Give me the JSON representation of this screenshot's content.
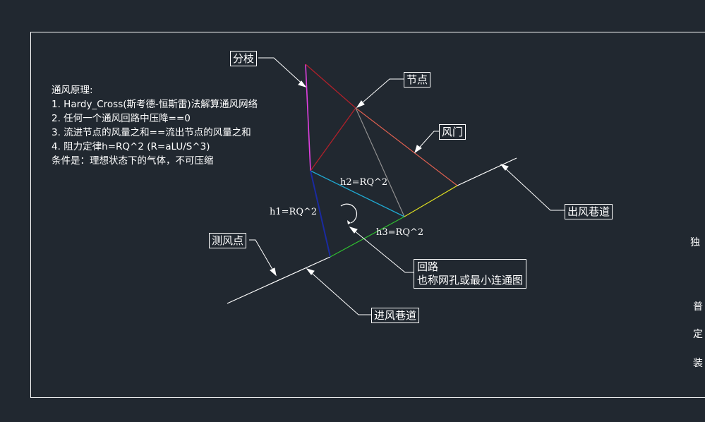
{
  "notes": {
    "title": "通风原理:",
    "line1": "1. Hardy_Cross(斯考德-恒斯雷)法解算通风网络",
    "line2": "2. 任何一个通风回路中压降==0",
    "line3": "3. 流进节点的风量之和==流出节点的风量之和",
    "line4": "4. 阻力定律h=RQ^2   (R=aLU/S^3)",
    "line5": "条件是：理想状态下的气体，不可压缩"
  },
  "labels": {
    "branch": "分枝",
    "node": "节点",
    "door": "风门",
    "outlet": "出风巷道",
    "measure": "测风点",
    "inlet": "进风巷道",
    "loop_line1": "回路",
    "loop_line2": "也称网孔或最小连通图"
  },
  "formulas": {
    "h1": "h1=RQ^2",
    "h2": "h2=RQ^2",
    "h3": "h3=RQ^2"
  },
  "edge_glyphs": {
    "g1": "独",
    "g2": "普",
    "g3": "定",
    "g4": "装"
  },
  "colors": {
    "background": "#212830",
    "frame": "#ffffff",
    "branch_magenta": "#e040e0",
    "branch_red": "#b0202a",
    "branch_lightred": "#e06050",
    "branch_gray": "#909090",
    "branch_cyan": "#20a8d0",
    "branch_blue": "#1a2aa0",
    "branch_yellow": "#e0e020",
    "branch_green": "#30c030",
    "airway_white": "#ffffff"
  }
}
